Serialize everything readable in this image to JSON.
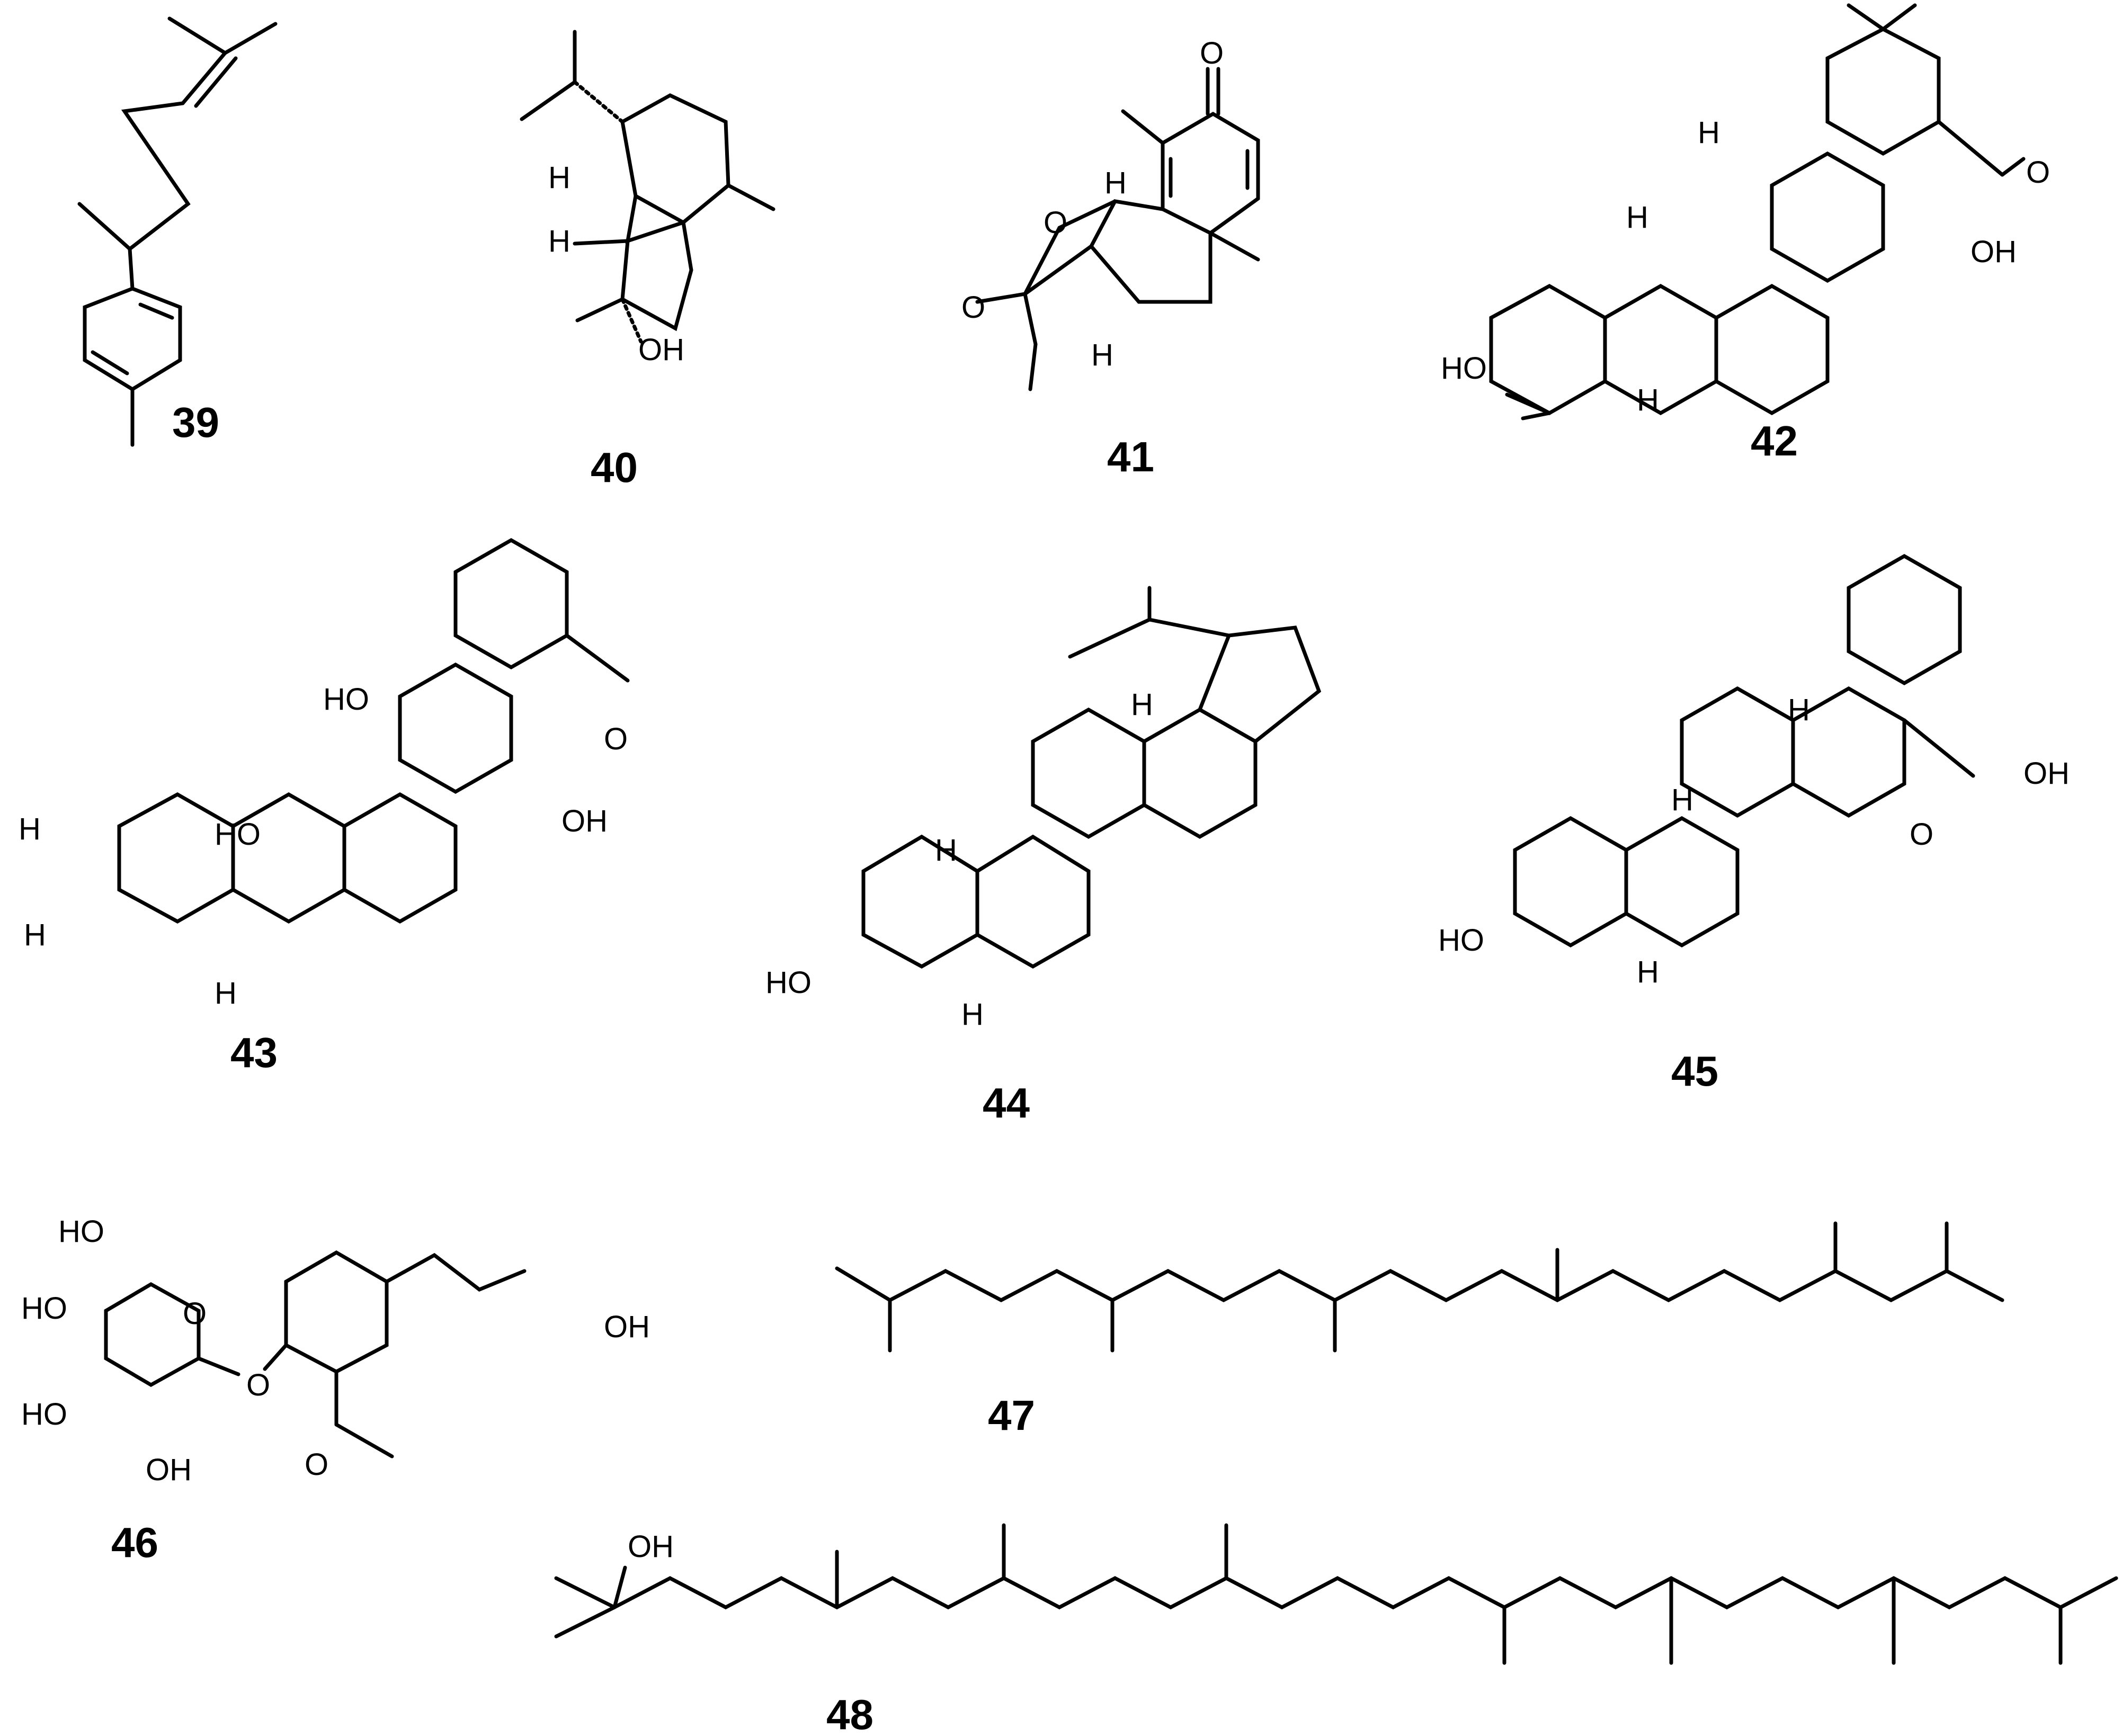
{
  "colors": {
    "background": "#ffffff",
    "ink": "#000000"
  },
  "compounds": [
    {
      "id": "39",
      "atoms": []
    },
    {
      "id": "40",
      "atoms": [
        "H",
        "H",
        "OH"
      ]
    },
    {
      "id": "41",
      "atoms": [
        "O",
        "O",
        "O",
        "H",
        "H"
      ]
    },
    {
      "id": "42",
      "atoms": [
        "H",
        "H",
        "HO",
        "H",
        "O",
        "OH"
      ]
    },
    {
      "id": "43",
      "atoms": [
        "H",
        "H",
        "HO",
        "HO",
        "H",
        "O",
        "OH"
      ]
    },
    {
      "id": "44",
      "atoms": [
        "H",
        "H",
        "HO",
        "H"
      ]
    },
    {
      "id": "45",
      "atoms": [
        "H",
        "H",
        "HO",
        "H",
        "OH",
        "O"
      ]
    },
    {
      "id": "46",
      "atoms": [
        "HO",
        "HO",
        "O",
        "HO",
        "O",
        "OH",
        "OH",
        "O"
      ]
    },
    {
      "id": "47",
      "atoms": []
    },
    {
      "id": "48",
      "atoms": [
        "OH"
      ]
    }
  ]
}
